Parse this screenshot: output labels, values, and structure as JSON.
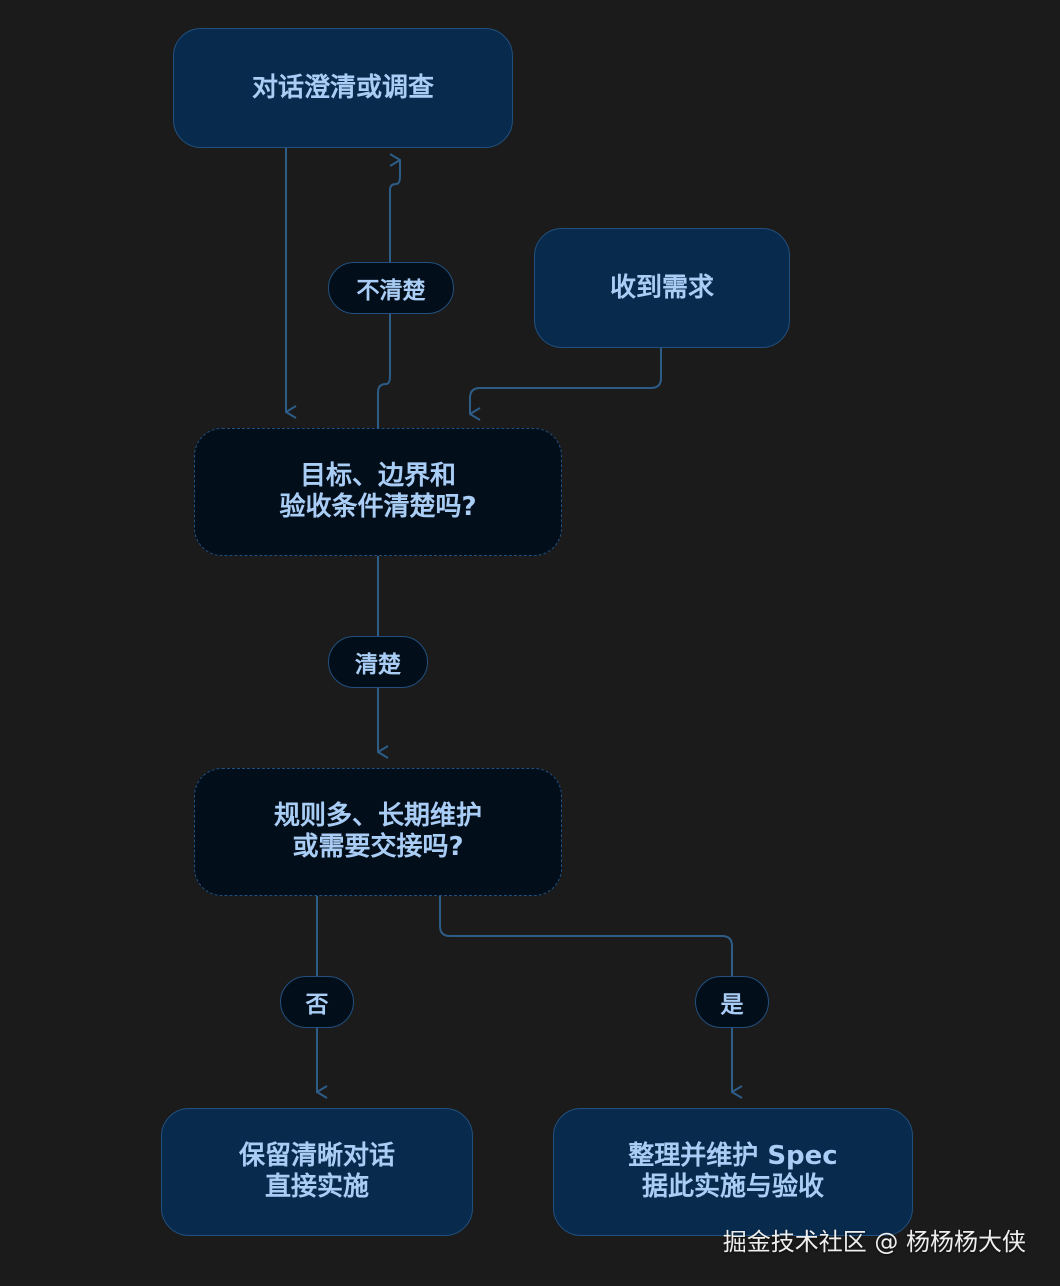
{
  "nodes": {
    "clarify": "对话澄清或调查",
    "receive": "收到需求",
    "question_clear": "目标、边界和\n验收条件清楚吗?",
    "question_spec": "规则多、长期维护\n或需要交接吗?",
    "direct": "保留清晰对话\n直接实施",
    "spec": "整理并维护 Spec\n据此实施与验收"
  },
  "edges": {
    "unclear": "不清楚",
    "clear": "清楚",
    "no": "否",
    "yes": "是"
  },
  "watermark": "掘金技术社区 @ 杨杨杨大侠",
  "colors": {
    "background": "#1b1b1b",
    "node_fill": "#082a4d",
    "decision_fill": "#030e1b",
    "border": "#21507e",
    "text": "#a9cdf5",
    "edge": "#2d5c87"
  }
}
